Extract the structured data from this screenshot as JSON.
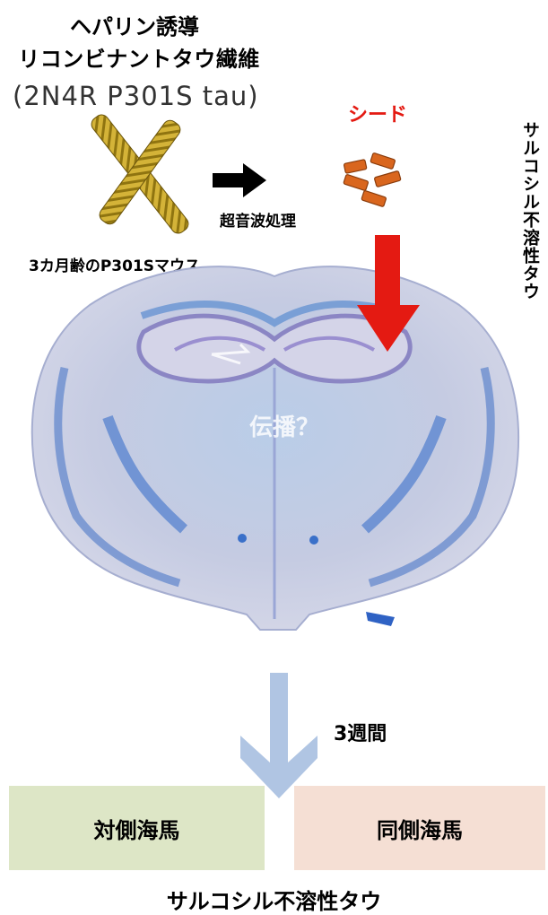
{
  "title": {
    "line1": "ヘパリン誘導",
    "line2": "リコンビナントタウ繊維",
    "tau_label": "(2N4R P301S tau)"
  },
  "labels": {
    "seed": "シード",
    "sonication": "超音波処理",
    "mouse": "3カ月齢のP301Sマウス",
    "vertical": "サルコシル不溶性タウ",
    "spread": "伝播？",
    "weeks": "3週間",
    "bottom": "サルコシル不溶性タウ"
  },
  "boxes": {
    "left": "対側海馬",
    "right": "同側海馬"
  },
  "colors": {
    "fibril": "#c8a52a",
    "seed": "#d9661e",
    "red_arrow": "#e41a12",
    "blue_arrow": "#a7bfe0",
    "brain_tissue": "#c3c9e0",
    "brain_stain": "#5a8bd0",
    "box_left": "#dde6c6",
    "box_right": "#f5dfd4"
  }
}
